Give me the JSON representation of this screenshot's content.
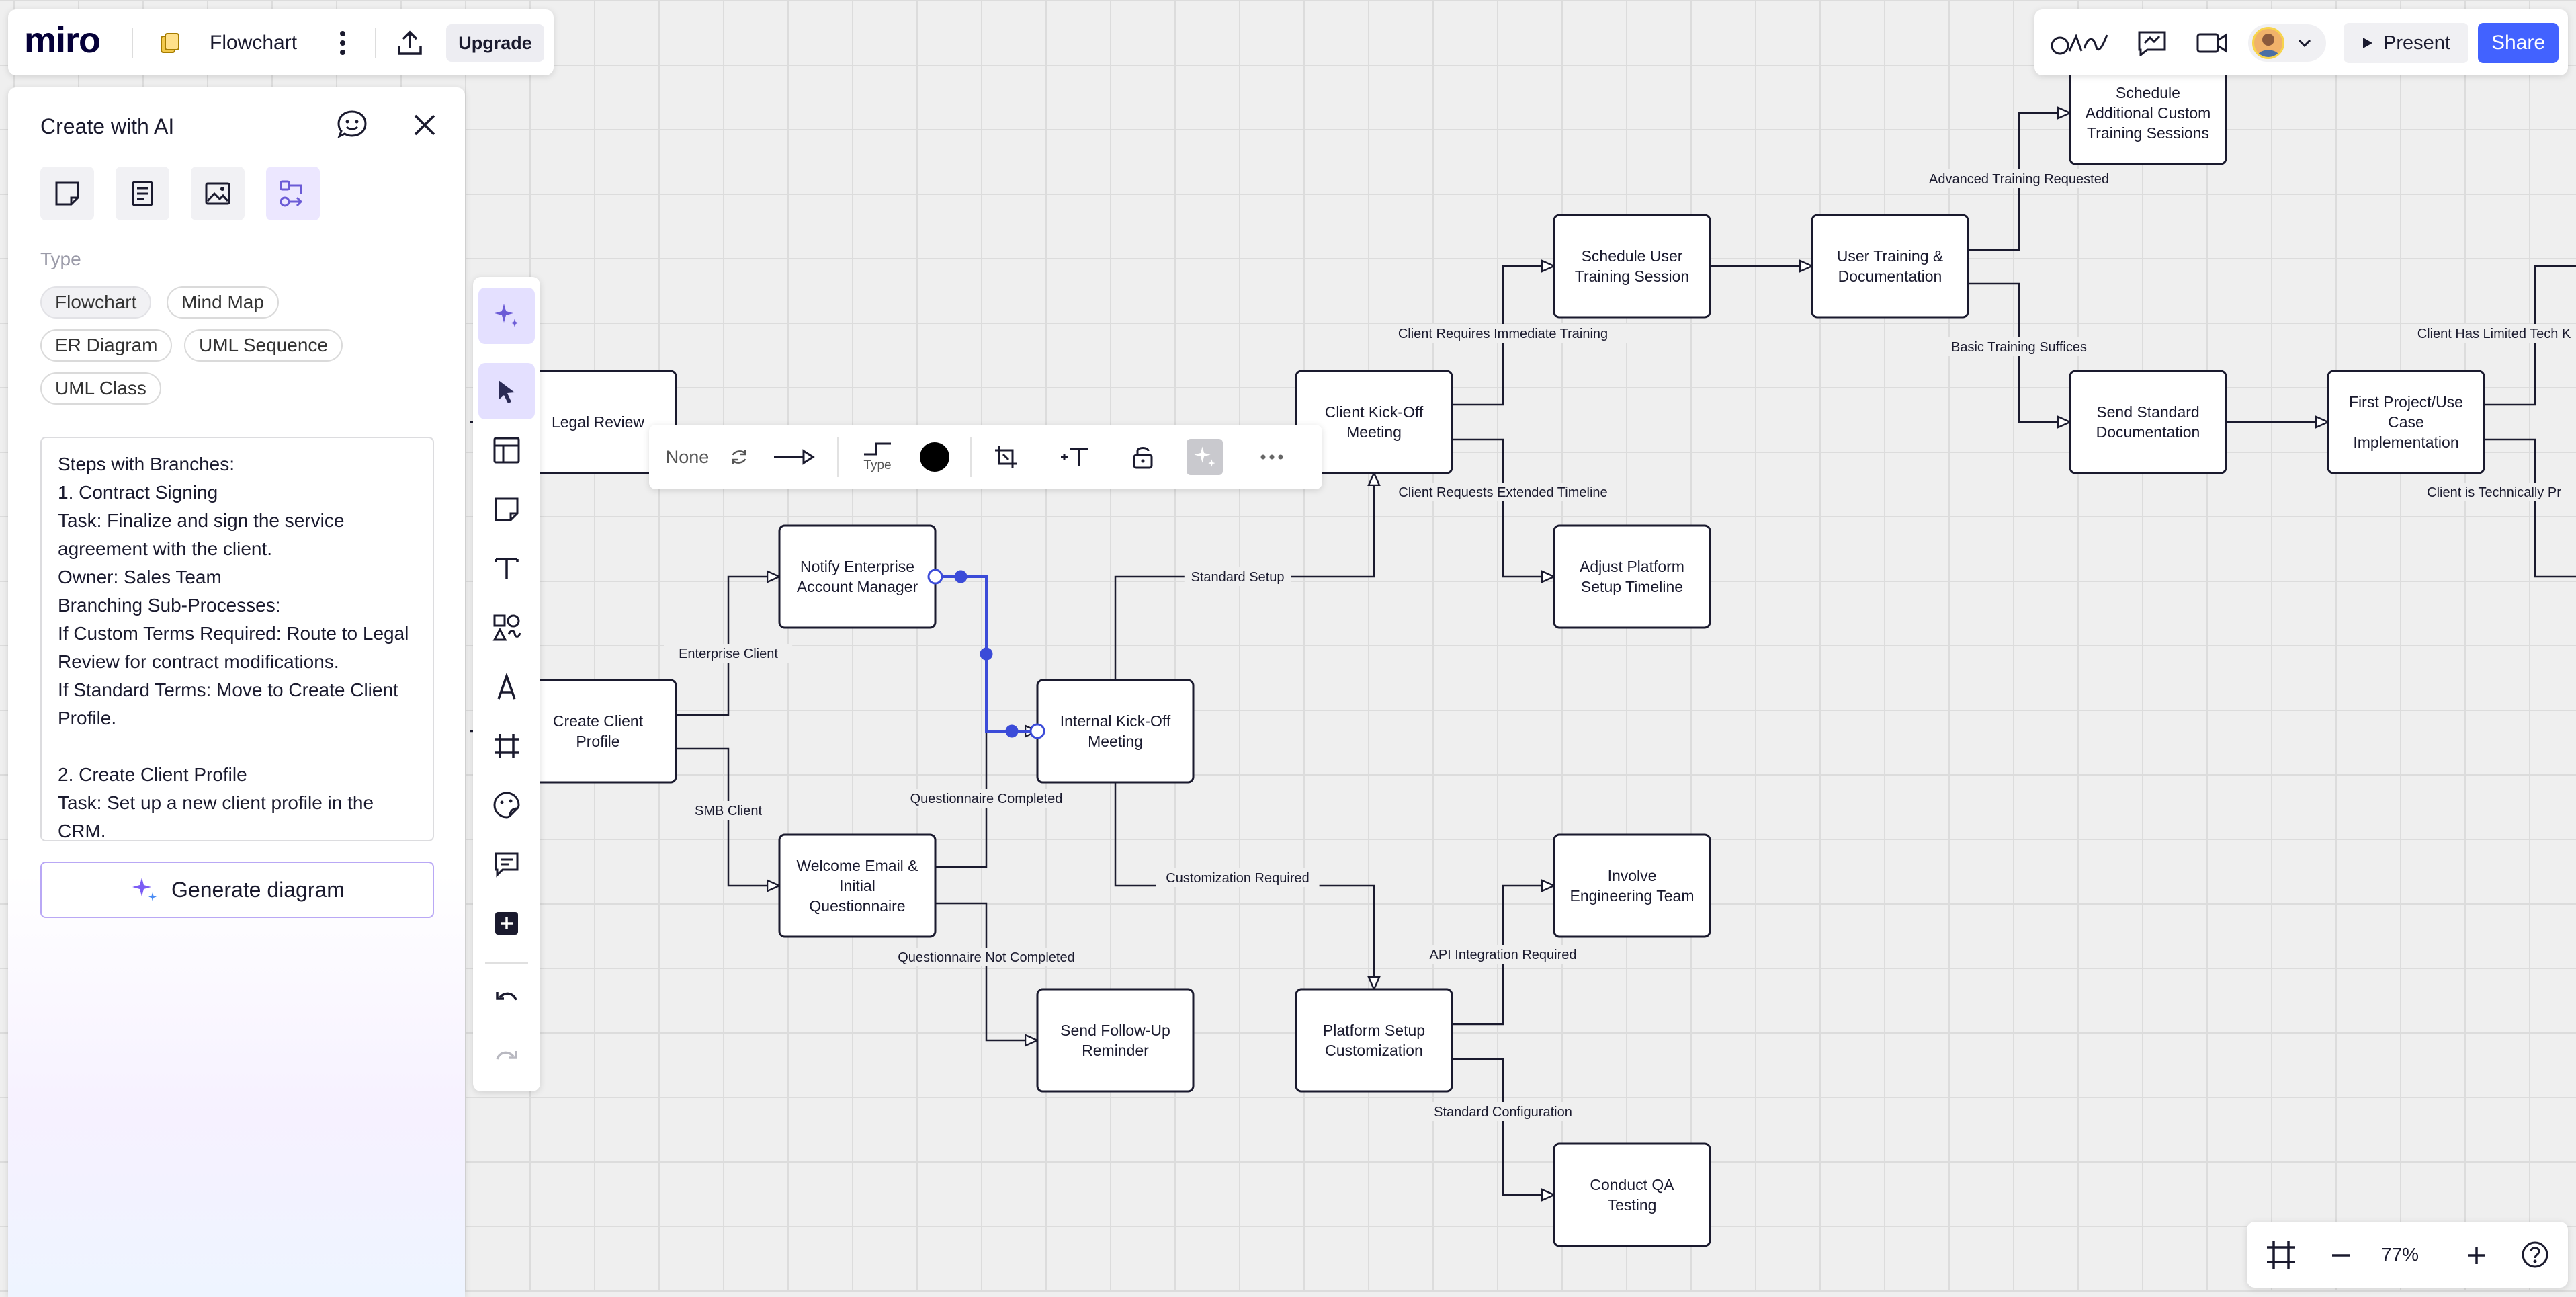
{
  "topbar": {
    "logo": "miro",
    "board_name": "Flowchart",
    "upgrade_label": "Upgrade",
    "present_label": "Present",
    "share_label": "Share"
  },
  "ai_panel": {
    "title": "Create with AI",
    "type_heading": "Type",
    "types": [
      "Flowchart",
      "Mind Map",
      "ER Diagram",
      "UML Sequence",
      "UML Class"
    ],
    "prompt_text": "Steps with Branches:\n1. Contract Signing\nTask: Finalize and sign the service agreement with the client.\nOwner: Sales Team\nBranching Sub-Processes:\nIf Custom Terms Required: Route to Legal Review for contract modifications.\nIf Standard Terms: Move to Create Client Profile.\n\n2. Create Client Profile\nTask: Set up a new client profile in the CRM.",
    "generate_label": "Generate diagram"
  },
  "context_toolbar": {
    "line_start": "None",
    "type_caption": "Type"
  },
  "zoom": {
    "level": "77%"
  },
  "nodes": [
    {
      "label": "Legal Review"
    },
    {
      "label": "Create Client Profile"
    },
    {
      "label": "Notify Enterprise Account Manager"
    },
    {
      "label": "Welcome Email & Initial Questionnaire"
    },
    {
      "label": "Internal Kick-Off Meeting"
    },
    {
      "label": "Send Follow-Up Reminder"
    },
    {
      "label": "Client Kick-Off Meeting"
    },
    {
      "label": "Platform Setup Customization"
    },
    {
      "label": "Schedule User Training Session"
    },
    {
      "label": "Adjust Platform Setup Timeline"
    },
    {
      "label": "Involve Engineering Team"
    },
    {
      "label": "Conduct QA Testing"
    },
    {
      "label": "User Training & Documentation"
    },
    {
      "label": "Schedule Additional Custom Training Sessions"
    },
    {
      "label": "Send Standard Documentation"
    },
    {
      "label": "First Project/Use Case Implementation"
    }
  ],
  "edge_labels": [
    "Enterprise Client",
    "SMB Client",
    "Questionnaire Completed",
    "Questionnaire Not Completed",
    "Standard Setup",
    "Customization Required",
    "Client Requires Immediate Training",
    "Client Requests Extended Timeline",
    "API Integration Required",
    "Standard Configuration",
    "Advanced Training Requested",
    "Basic Training Suffices",
    "Client Has Limited Tech K",
    "Client is Technically Pr"
  ]
}
